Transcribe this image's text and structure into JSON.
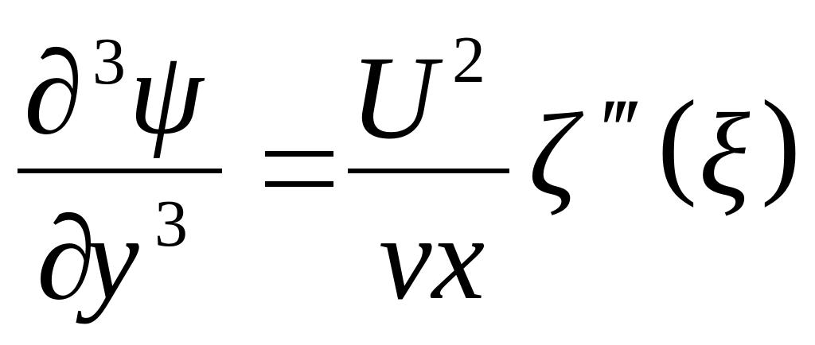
{
  "equation": {
    "lhs": {
      "numerator": {
        "partial": "∂",
        "power": "3",
        "function": "ψ"
      },
      "denominator": {
        "partial": "∂",
        "variable": "y",
        "power": "3"
      }
    },
    "equals": "=",
    "rhs": {
      "numerator": {
        "symbol": "U",
        "power": "2"
      },
      "denominator": {
        "symbol": "vx"
      },
      "function": "ζ",
      "primes": "‴",
      "open_paren": "(",
      "argument": "ξ",
      "close_paren": ")"
    }
  }
}
